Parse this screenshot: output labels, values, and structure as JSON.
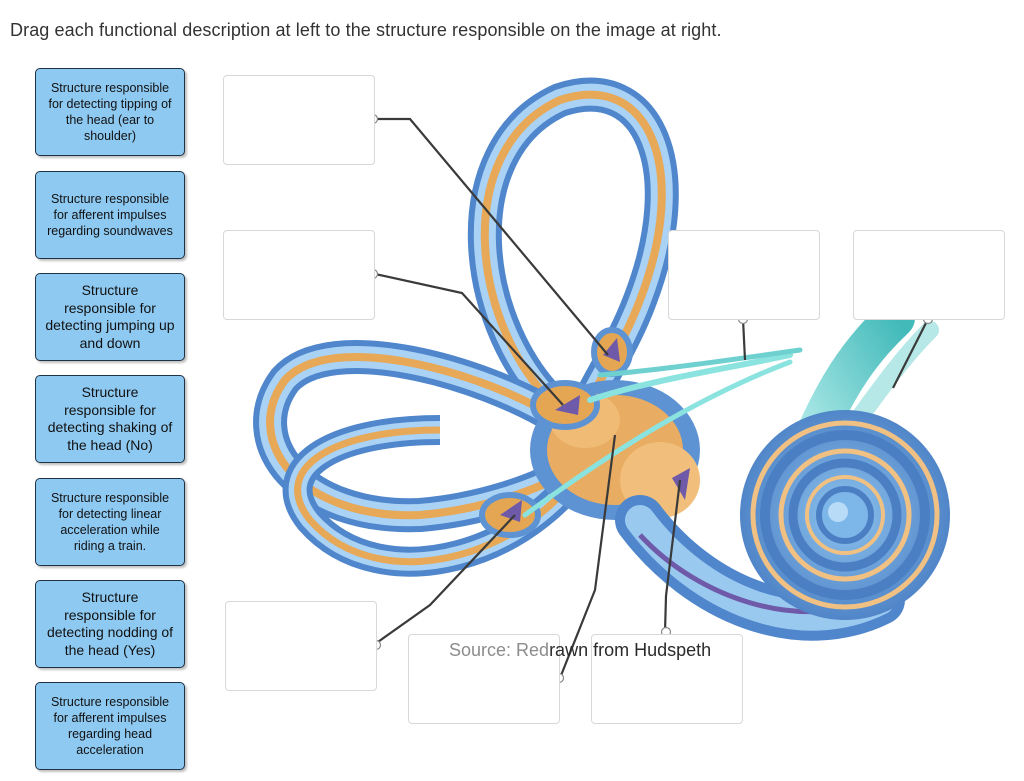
{
  "instruction": "Drag each functional description at left to the structure responsible on the image at right.",
  "labels": [
    "Structure responsible for detecting tipping of the head (ear to shoulder)",
    "Structure responsible for afferent impulses regarding soundwaves",
    "Structure responsible for detecting jumping up and down",
    "Structure responsible for detecting shaking of the head (No)",
    "Structure responsible for detecting linear acceleration while riding a train.",
    "Structure responsible for detecting nodding of the head (Yes)",
    "Structure responsible for afferent impulses regarding head acceleration"
  ],
  "source": {
    "prefix": "Source: Red",
    "dark": "rawn from Hudspeth"
  },
  "colors": {
    "label_bg": "#8ec9f2",
    "label_border": "#1f3346",
    "canal_outer": "#5b8fd0",
    "canal_inner": "#e9a95a",
    "nerve": "#6fd0d0"
  }
}
